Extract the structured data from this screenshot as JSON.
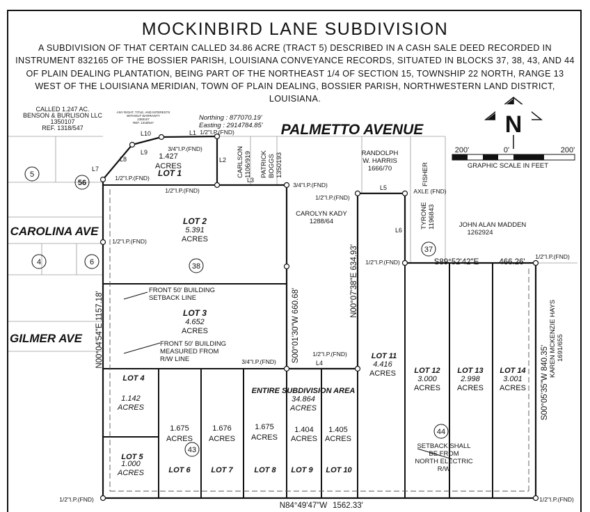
{
  "title": "MOCKINBIRD LANE SUBDIVISION",
  "description": "A SUBDIVISION OF THAT CERTAIN CALLED 34.86 ACRE (TRACT 5) DESCRIBED IN A CASH SALE DEED RECORDED IN INSTRUMENT 832165 OF THE BOSSIER PARISH, LOUISIANA CONVEYANCE RECORDS, SITUATED IN BLOCKS 37, 38, 43, AND 44 OF PLAIN DEALING PLANTATION, BEING PART OF THE NORTHEAST 1/4 OF SECTION 15, TOWNSHIP 22 NORTH, RANGE 13 WEST OF THE LOUISIANA MERIDIAN, TOWN OF PLAIN DEALING, BOSSIER PARISH, NORTHWESTERN LAND DISTRICT, LOUISIANA.",
  "streets": {
    "palmetto": "PALMETTO AVENUE",
    "carolina": "CAROLINA AVE",
    "gilmer": "GILMER AVE"
  },
  "coordinates": {
    "northing": "Northing : 877070.19'",
    "easting": "Easting : 2914784.85'"
  },
  "called_tract": {
    "line1": "CALLED 1.247 AC.",
    "line2": "BENSON & BURLISON LLC",
    "line3": "1350107",
    "line4": "REF. 1318/547",
    "small1": "ANY RIGHT, TITLE, AND INTERESTS",
    "small2": "WITHOUT WARRANTY",
    "small3": "1350107",
    "small4": "REF. 1318/547"
  },
  "scale": {
    "left": "200'",
    "mid": "0'",
    "right": "200'",
    "label": "GRAPHIC SCALE IN FEET"
  },
  "north_arrow": "N",
  "blocks": [
    "5",
    "56",
    "4",
    "6",
    "38",
    "37",
    "43",
    "44"
  ],
  "lots": [
    {
      "name": "LOT 1",
      "acres": "1.427",
      "unit": "ACRES"
    },
    {
      "name": "LOT 2",
      "acres": "5.391",
      "unit": "ACRES"
    },
    {
      "name": "LOT 3",
      "acres": "4.652",
      "unit": "ACRES"
    },
    {
      "name": "LOT 4",
      "acres": "1.142",
      "unit": "ACRES"
    },
    {
      "name": "LOT 5",
      "acres": "1.000",
      "unit": "ACRES"
    },
    {
      "name": "LOT 6",
      "acres": "1.675",
      "unit": "ACRES"
    },
    {
      "name": "LOT 7",
      "acres": "1.676",
      "unit": "ACRES"
    },
    {
      "name": "LOT 8",
      "acres": "1.675",
      "unit": "ACRES"
    },
    {
      "name": "LOT 9",
      "acres": "1.404",
      "unit": "ACRES"
    },
    {
      "name": "LOT 10",
      "acres": "1.405",
      "unit": "ACRES"
    },
    {
      "name": "LOT 11",
      "acres": "4.416",
      "unit": "ACRES"
    },
    {
      "name": "LOT 12",
      "acres": "3.000",
      "unit": "ACRES"
    },
    {
      "name": "LOT 13",
      "acres": "2.998",
      "unit": "ACRES"
    },
    {
      "name": "LOT 14",
      "acres": "3.001",
      "unit": "ACRES"
    }
  ],
  "entire_area": {
    "label": "ENTIRE SUBDIVISION AREA",
    "acres": "34.864",
    "unit": "ACRES"
  },
  "owners": {
    "carlson": [
      "CARLSON",
      "1106/919"
    ],
    "patrick": [
      "PATRICK",
      "BOGGS",
      "1350193"
    ],
    "randolph": [
      "RANDOLPH",
      "W. HARRIS",
      "1666/70"
    ],
    "fisher": "FISHER",
    "tyrone": [
      "TYRONE",
      "1196843"
    ],
    "carolyn": [
      "CAROLYN KADY",
      "1288/64"
    ],
    "madden": [
      "JOHN ALAN MADDEN",
      "1262924"
    ],
    "hays": [
      "KAREN MCKENZIE HAYS",
      "1691/655"
    ]
  },
  "bearings": {
    "b1": "S00°01'30\"W 660.68'",
    "b2": "N00°07'38\"E 634.93'",
    "b3": "S89°52'42\"E",
    "b3d": "466.26'",
    "b4": "N00°04'54\"E 1157.18'",
    "b5": "S00°05'35\"W 840.35'",
    "b6": "N84°49'47\"W",
    "b6d": "1562.33'"
  },
  "monuments": {
    "ip_half": "1/2\"I.P.(FND)",
    "ip_34": "3/4\"I.P.(FND)",
    "axle": "AXLE (FND)"
  },
  "line_labels": [
    "L1",
    "L2",
    "L3",
    "L4",
    "L5",
    "L6",
    "L7",
    "L8",
    "L9",
    "L10"
  ],
  "notes": {
    "setback1": [
      "FRONT 50' BUILDING",
      "SETBACK LINE"
    ],
    "setback2": [
      "FRONT 50' BUILDING",
      "MEASURED FROM",
      "R/W LINE"
    ],
    "setback3": [
      "SETBACK SHALL",
      "BE FROM",
      "NORTH ELECTRIC",
      "R/W"
    ]
  }
}
